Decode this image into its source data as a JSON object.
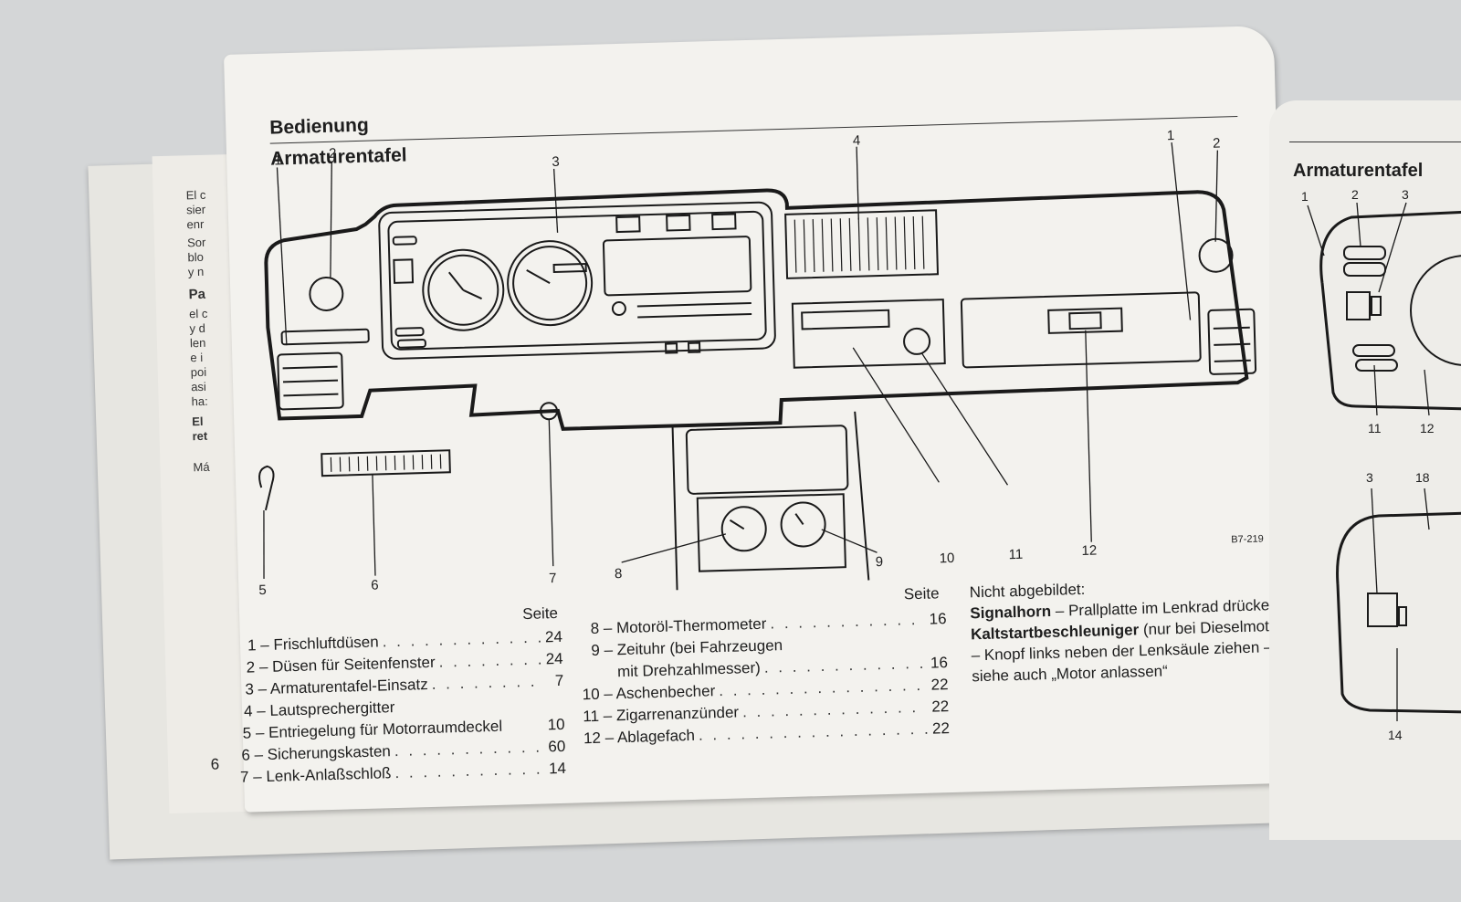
{
  "header": {
    "section": "Bedienung",
    "title": "Armaturentafel"
  },
  "diagram": {
    "callouts": [
      "1",
      "2",
      "3",
      "4",
      "1",
      "2",
      "5",
      "6",
      "7",
      "8",
      "9",
      "10",
      "11",
      "12"
    ],
    "code": "B7-219"
  },
  "legend": {
    "seite_left": "Seite",
    "seite_mid": "Seite",
    "left_items": [
      {
        "label": "1 – Frischluftdüsen",
        "page": "24"
      },
      {
        "label": "2 – Düsen für Seitenfenster",
        "page": "24"
      },
      {
        "label": "3 – Armaturentafel-Einsatz",
        "page": "7"
      },
      {
        "label": "4 – Lautsprechergitter",
        "page": ""
      },
      {
        "label": "5 – Entriegelung für Motorraumdeckel",
        "page": "10"
      },
      {
        "label": "6 – Sicherungskasten",
        "page": "60"
      },
      {
        "label": "7 – Lenk-Anlaßschloß",
        "page": "14"
      }
    ],
    "mid_items": [
      {
        "label": "8 – Motoröl-Thermometer",
        "page": "16"
      },
      {
        "label": "9 – Zeituhr (bei Fahrzeugen",
        "page": ""
      },
      {
        "label": "mit Drehzahlmesser)",
        "page": "16"
      },
      {
        "label": "10 – Aschenbecher",
        "page": "22"
      },
      {
        "label": "11 – Zigarrenanzünder",
        "page": "22"
      },
      {
        "label": "12 – Ablagefach",
        "page": "22"
      }
    ]
  },
  "note": {
    "heading": "Nicht abgebildet:",
    "horn_label": "Signalhorn",
    "horn_text": " – Prallplatte im Lenkrad drücken",
    "cold_label": "Kaltstartbeschleuniger",
    "cold_text": " (nur bei Dieselmotor) – Knopf links neben der Lenksäule ziehen – siehe auch „Motor anlassen“"
  },
  "page_number": "6",
  "right_page": {
    "title": "Armaturentafel",
    "callouts": [
      "1",
      "2",
      "3",
      "11",
      "12",
      "3",
      "18",
      "14"
    ]
  },
  "left_page": {
    "fragments": [
      "El c",
      "sier",
      "enr",
      "Sor",
      "blo",
      "y n",
      "Pa",
      "el c",
      "y d",
      "len",
      "e i",
      "poi",
      "asi",
      "ha:",
      "El",
      "ret",
      "Má"
    ]
  }
}
